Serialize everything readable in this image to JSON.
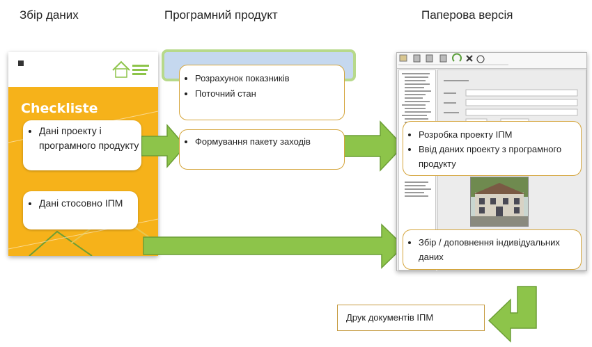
{
  "columns": {
    "data_collection": "Збір даних",
    "software": "Програмний продукт",
    "paper_version": "Паперова версія"
  },
  "checklist": {
    "title": "Checkliste"
  },
  "left_boxes": {
    "project_data": "Дані проекту і програмного продукту",
    "ipm_data": "Дані стосовно ІПМ"
  },
  "software_boxes": {
    "indicators": [
      "Розрахунок показників",
      "Поточний стан"
    ],
    "measures": "Формування пакету заходів"
  },
  "paper_boxes": {
    "development": [
      "Розробка проекту ІПМ",
      "Ввід даних проекту з програмного продукту"
    ],
    "individual": "Збір / доповнення індивідуальних даних"
  },
  "print": {
    "label": "Друк документів ІПМ"
  },
  "colors": {
    "checklist_orange": "#f6b21a",
    "arrow_green": "#8dc44a",
    "arrow_green_dark": "#6c9e36",
    "header_bar_blue": "#c5d8ef",
    "header_bar_green": "#b7d98b"
  }
}
